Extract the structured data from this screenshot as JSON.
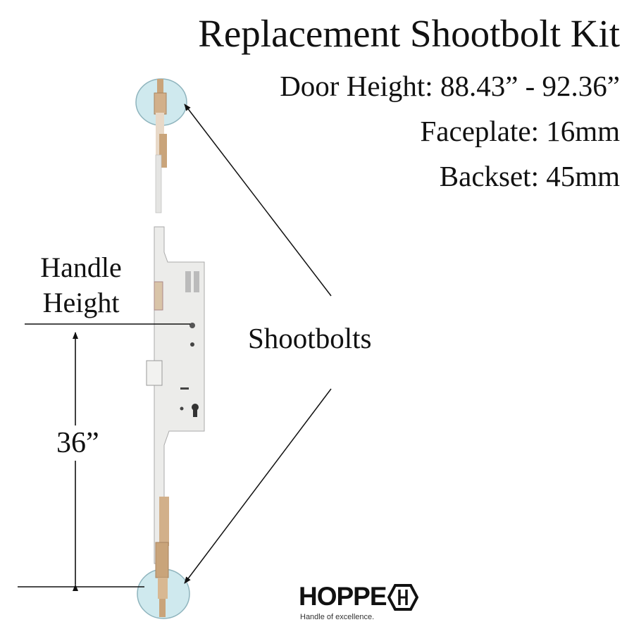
{
  "title": "Replacement Shootbolt Kit",
  "specs": {
    "door_height": "Door Height: 88.43” - 92.36”",
    "faceplate": "Faceplate: 16mm",
    "backset": "Backset: 45mm"
  },
  "labels": {
    "handle_line1": "Handle",
    "handle_line2": "Height",
    "shootbolts": "Shootbolts",
    "dimension": "36”"
  },
  "logo": {
    "brand": "HOPPE",
    "tagline": "Handle of excellence."
  },
  "colors": {
    "highlight": "#cfe9ee",
    "brass": "#c9a47a",
    "steel": "#e6e6e4"
  }
}
